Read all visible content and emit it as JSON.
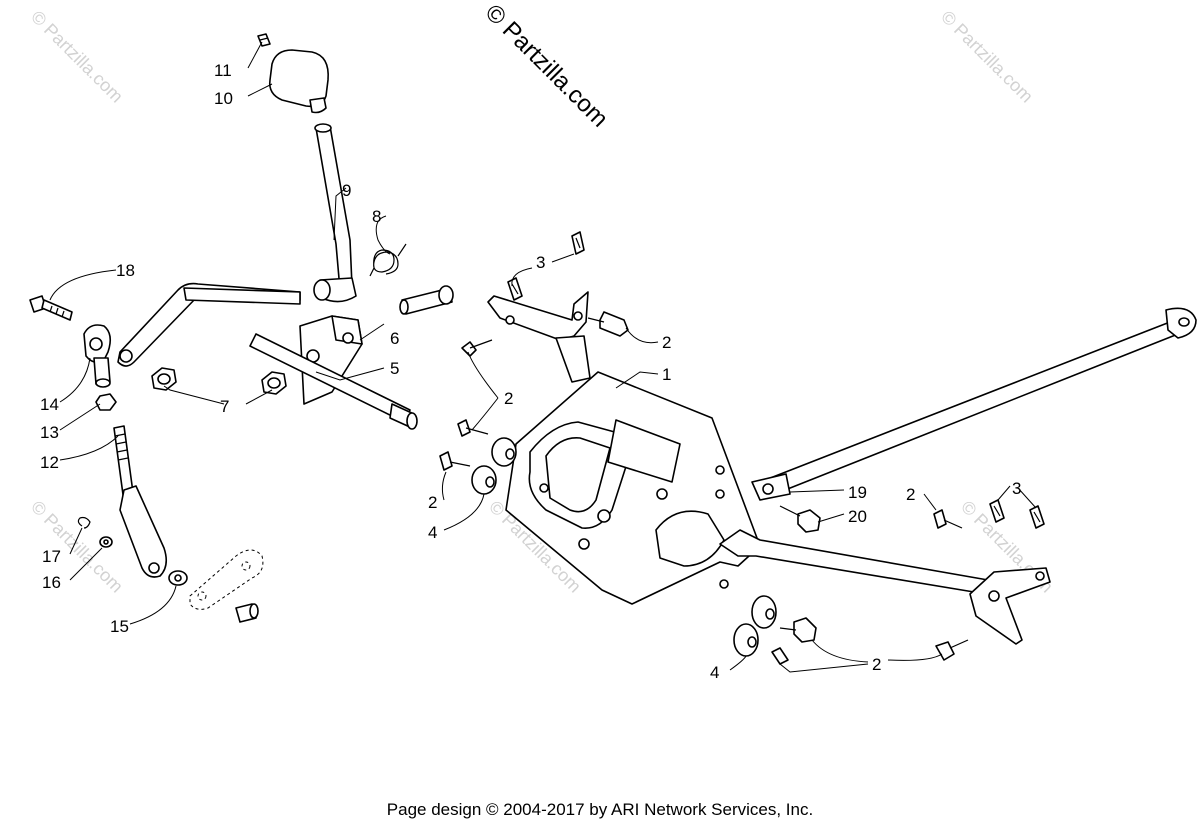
{
  "watermark": {
    "main": "© Partzilla.com",
    "faint": "© Partzilla.com"
  },
  "callouts": {
    "c1": "1",
    "c2a": "2",
    "c2b": "2",
    "c2c": "2",
    "c2d": "2",
    "c2e": "2",
    "c3a": "3",
    "c3b": "3",
    "c4a": "4",
    "c4b": "4",
    "c5": "5",
    "c6": "6",
    "c7": "7",
    "c8": "8",
    "c9": "9",
    "c10": "10",
    "c11": "11",
    "c12": "12",
    "c13": "13",
    "c14": "14",
    "c15": "15",
    "c16": "16",
    "c17": "17",
    "c18": "18",
    "c19": "19",
    "c20": "20"
  },
  "footer": {
    "text": "Page design © 2004-2017 by ARI Network Services, Inc."
  }
}
